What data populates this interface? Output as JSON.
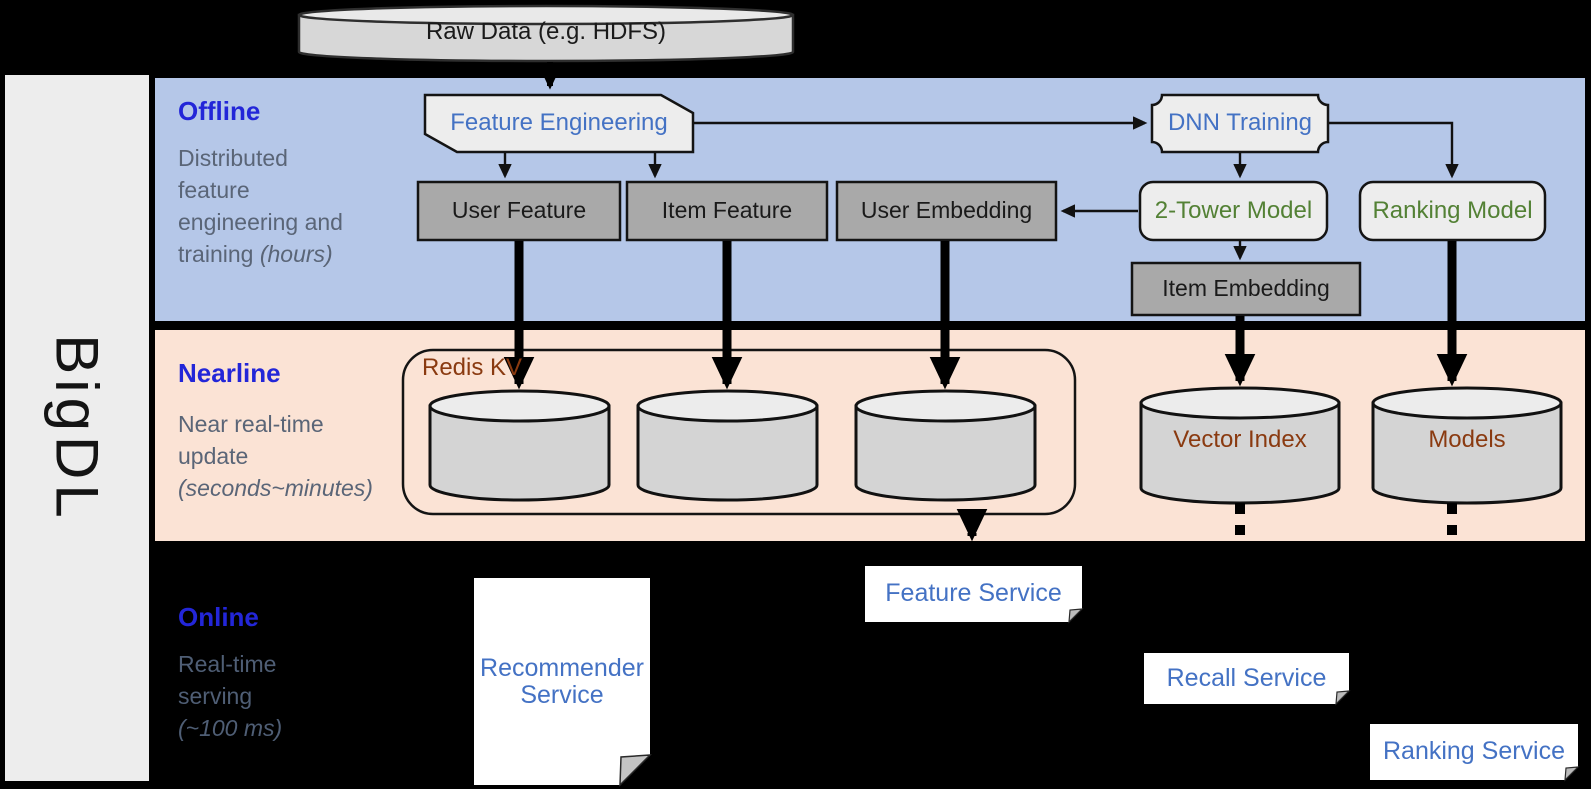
{
  "palette": {
    "offline_band": "#b5c7e8",
    "nearline_band": "#fbe3d5",
    "background": "#000000",
    "section_title_blue": "#2326d8",
    "node_text_blue": "#4472c4",
    "node_text_green": "#538135",
    "storage_text_brown": "#8a3a10",
    "gray_box_fill": "#a9a9a9",
    "light_box_fill": "#ededed"
  },
  "brand": {
    "label": "BigDL"
  },
  "raw_data": {
    "label": "Raw Data (e.g. HDFS)"
  },
  "sections": {
    "offline": {
      "title": "Offline",
      "line1": "Distributed",
      "line2": "feature",
      "line3": "engineering and",
      "line4": "training ",
      "line4_italic": "(hours)"
    },
    "nearline": {
      "title": "Nearline",
      "line1": "Near real-time",
      "line2": "update",
      "line3_italic": "(seconds~minutes)"
    },
    "online": {
      "title": "Online",
      "line1": "Real-time",
      "line2": "serving",
      "line3_italic": "(~100 ms)"
    }
  },
  "nodes": {
    "feature_engineering": {
      "label": "Feature Engineering"
    },
    "dnn_training": {
      "label": "DNN Training"
    },
    "user_feature": {
      "label": "User Feature"
    },
    "item_feature": {
      "label": "Item Feature"
    },
    "user_embedding": {
      "label": "User Embedding"
    },
    "two_tower_model": {
      "label": "2-Tower Model"
    },
    "ranking_model": {
      "label": "Ranking Model"
    },
    "item_embedding": {
      "label": "Item Embedding"
    },
    "redis_kv": {
      "label": "Redis KV"
    },
    "vector_index": {
      "label": "Vector Index"
    },
    "models": {
      "label": "Models"
    },
    "recommender_service": {
      "line1": "Recommender",
      "line2": "Service"
    },
    "feature_service": {
      "label": "Feature Service"
    },
    "recall_service": {
      "label": "Recall Service"
    },
    "ranking_service": {
      "label": "Ranking Service"
    }
  }
}
